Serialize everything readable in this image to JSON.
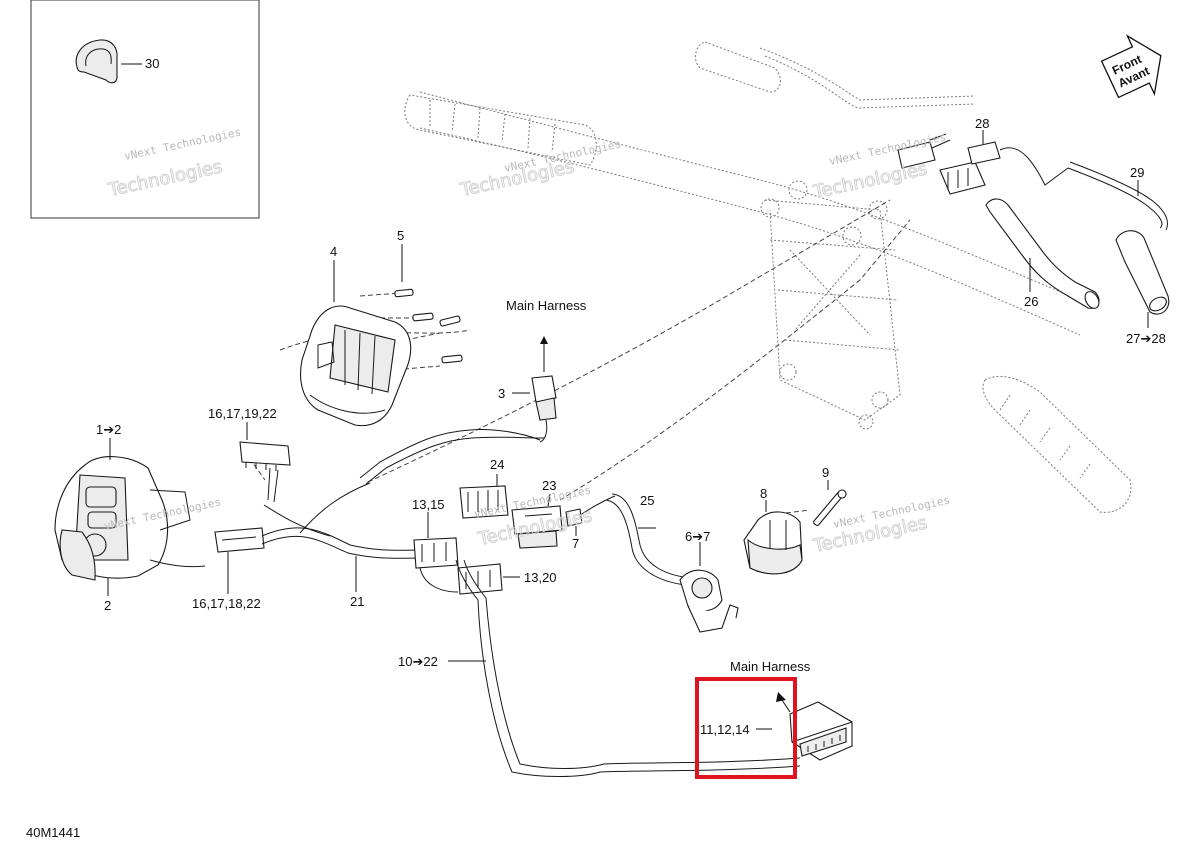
{
  "diagram_id": "40M1441",
  "front_badge": {
    "line1": "Front",
    "line2": "Avant"
  },
  "watermark": {
    "line1": "vNext Technologies",
    "line2": "Technologies"
  },
  "harness_labels": {
    "top": "Main Harness",
    "bottom": "Main Harness"
  },
  "callouts": {
    "c30": "30",
    "c28": "28",
    "c29": "29",
    "c26": "26",
    "c27_28": "27➔28",
    "c4": "4",
    "c5": "5",
    "c3": "3",
    "c1_2": "1➔2",
    "c2": "2",
    "c16_17_19_22": "16,17,19,22",
    "c16_17_18_22": "16,17,18,22",
    "c21": "21",
    "c24": "24",
    "c23": "23",
    "c7": "7",
    "c25": "25",
    "c13_15": "13,15",
    "c13_20": "13,20",
    "c6_7": "6➔7",
    "c8": "8",
    "c9": "9",
    "c10_22": "10➔22",
    "c11_12_14": "11,12,14"
  },
  "highlight": {
    "color": "#e0141e",
    "target": "11,12,14"
  }
}
